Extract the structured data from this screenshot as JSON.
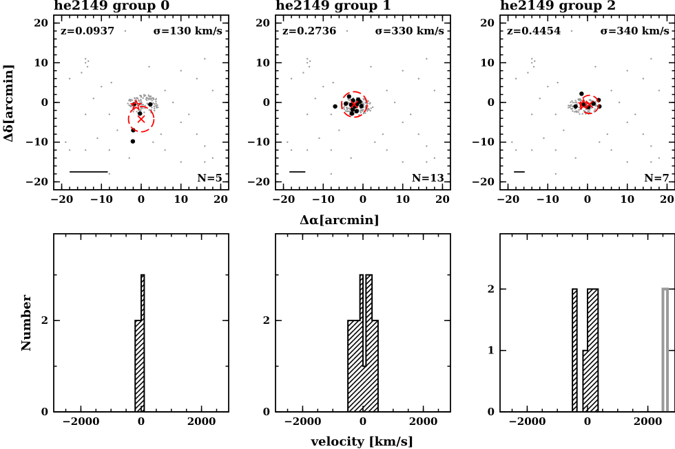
{
  "chart_data": [
    {
      "type": "scatter",
      "title": "he2149 group 0",
      "z_label": "z=0.0937",
      "sigma_label": "σ=130 km/s",
      "n_label": "N=5",
      "xlabel": "",
      "ylabel": "Δδ[arcmin]",
      "xlim": [
        -22,
        22
      ],
      "ylim": [
        -22,
        22
      ],
      "xticks": [
        -20,
        -10,
        0,
        10,
        20
      ],
      "yticks": [
        -20,
        -10,
        0,
        10,
        20
      ],
      "members": [
        [
          -1.8,
          -0.5
        ],
        [
          -0.3,
          -2.8
        ],
        [
          2.3,
          -0.5
        ],
        [
          -2.0,
          -7.0
        ],
        [
          -2.1,
          -9.8
        ]
      ],
      "star_marker": [
        -1.3,
        -0.7
      ],
      "center_x": [
        0.0,
        -4.2
      ],
      "circle": {
        "cx": 0.0,
        "cy": -4.2,
        "r": 3.2
      },
      "scale_bar": [
        -18,
        -8.4,
        -17.5
      ],
      "cluster": [
        0.5,
        -0.5,
        4.0,
        2.5,
        110
      ],
      "field": [
        [
          -14,
          10
        ],
        [
          -13.5,
          9
        ],
        [
          -14,
          11
        ],
        [
          -13.3,
          10.4
        ],
        [
          -15,
          7.5
        ],
        [
          -18,
          6
        ],
        [
          -10,
          4
        ],
        [
          -7.5,
          5
        ],
        [
          -19,
          -10
        ],
        [
          -18,
          -12
        ],
        [
          -14,
          -12
        ],
        [
          -11,
          -9
        ],
        [
          -8,
          -12
        ],
        [
          -8,
          -18
        ],
        [
          -6,
          -7
        ],
        [
          -3,
          -14
        ],
        [
          3,
          -10
        ],
        [
          5,
          -8
        ],
        [
          6,
          -12
        ],
        [
          10,
          -15
        ],
        [
          10,
          -5
        ],
        [
          12,
          -3
        ],
        [
          14,
          -8
        ],
        [
          16,
          -11
        ],
        [
          16,
          -15
        ],
        [
          18,
          -14
        ],
        [
          16,
          11
        ],
        [
          14,
          6
        ],
        [
          18,
          3
        ],
        [
          -14,
          -3
        ],
        [
          -12,
          1
        ],
        [
          6,
          3
        ],
        [
          8,
          0
        ],
        [
          10,
          8
        ],
        [
          -4,
          18
        ],
        [
          19,
          18
        ],
        [
          -8,
          -3
        ],
        [
          2,
          9
        ],
        [
          4,
          18
        ]
      ]
    },
    {
      "type": "scatter",
      "title": "he2149 group 1",
      "z_label": "z=0.2736",
      "sigma_label": "σ=330 km/s",
      "n_label": "N=13",
      "xlabel": "Δα[arcmin]",
      "ylabel": "",
      "xlim": [
        -22,
        22
      ],
      "ylim": [
        -22,
        22
      ],
      "xticks": [
        -20,
        -10,
        0,
        10,
        20
      ],
      "yticks": [
        -20,
        -10,
        0,
        10,
        20
      ],
      "members": [
        [
          -7.0,
          -1.0
        ],
        [
          -4.3,
          -0.3
        ],
        [
          -3.5,
          1.5
        ],
        [
          -3.0,
          -0.6
        ],
        [
          -2.5,
          0.5
        ],
        [
          -2.6,
          -1.8
        ],
        [
          -2.0,
          -1.0
        ],
        [
          -1.5,
          -0.4
        ],
        [
          -1.2,
          0.7
        ],
        [
          -0.8,
          0.2
        ],
        [
          -2.8,
          -2.8
        ],
        [
          -1.6,
          -2.2
        ],
        [
          -0.4,
          -0.9
        ]
      ],
      "star_marker": null,
      "center_x": [
        -2.2,
        -0.5
      ],
      "circle": {
        "cx": -2.2,
        "cy": -0.5,
        "r": 3.2
      },
      "scale_bar": [
        -18.5,
        -14.5,
        -17.5
      ],
      "cluster": [
        -1.5,
        -1.0,
        4.0,
        2.2,
        130
      ],
      "field": [
        [
          -14,
          10
        ],
        [
          -13.5,
          9
        ],
        [
          -14,
          11
        ],
        [
          -13.3,
          10.4
        ],
        [
          -15,
          7.5
        ],
        [
          -18,
          6
        ],
        [
          -10,
          4
        ],
        [
          -7.5,
          5
        ],
        [
          -19,
          -10
        ],
        [
          -18,
          -12
        ],
        [
          -14,
          -12
        ],
        [
          -11,
          -9
        ],
        [
          -8,
          -12
        ],
        [
          -8,
          -18
        ],
        [
          -6,
          -7
        ],
        [
          -3,
          -14
        ],
        [
          3,
          -10
        ],
        [
          5,
          -8
        ],
        [
          6,
          -12
        ],
        [
          10,
          -15
        ],
        [
          10,
          -5
        ],
        [
          12,
          -3
        ],
        [
          14,
          -8
        ],
        [
          16,
          -11
        ],
        [
          16,
          -15
        ],
        [
          18,
          -14
        ],
        [
          16,
          11
        ],
        [
          14,
          6
        ],
        [
          18,
          3
        ],
        [
          -14,
          -3
        ],
        [
          -12,
          1
        ],
        [
          6,
          3
        ],
        [
          8,
          0
        ],
        [
          10,
          8
        ],
        [
          -4,
          18
        ],
        [
          19,
          18
        ],
        [
          -8,
          -3
        ],
        [
          2,
          9
        ],
        [
          4,
          18
        ]
      ]
    },
    {
      "type": "scatter",
      "title": "he2149 group 2",
      "z_label": "z=0.4454",
      "sigma_label": "σ=340 km/s",
      "n_label": "N=7",
      "xlabel": "",
      "ylabel": "",
      "xlim": [
        -22,
        22
      ],
      "ylim": [
        -22,
        22
      ],
      "xticks": [
        -20,
        -10,
        0,
        10,
        20
      ],
      "yticks": [
        -20,
        -10,
        0,
        10,
        20
      ],
      "members": [
        [
          -3.0,
          -1.0
        ],
        [
          -1.5,
          2.2
        ],
        [
          -1.0,
          -0.5
        ],
        [
          0.2,
          -1.2
        ],
        [
          1.5,
          -0.3
        ],
        [
          2.8,
          0.6
        ],
        [
          3.0,
          -1.0
        ]
      ],
      "star_marker": [
        -1.0,
        -0.5
      ],
      "center_x": [
        0.5,
        -0.5
      ],
      "circle": {
        "cx": 0.5,
        "cy": -0.5,
        "r": 2.3
      },
      "scale_bar": [
        -18.5,
        -15.8,
        -17.5
      ],
      "cluster": [
        -1.0,
        -1.0,
        4.0,
        2.0,
        110
      ],
      "field": [
        [
          -14,
          10
        ],
        [
          -13.5,
          9
        ],
        [
          -14,
          11
        ],
        [
          -13.3,
          10.4
        ],
        [
          -15,
          7.5
        ],
        [
          -18,
          6
        ],
        [
          -10,
          4
        ],
        [
          -7.5,
          5
        ],
        [
          -19,
          -10
        ],
        [
          -18,
          -12
        ],
        [
          -14,
          -12
        ],
        [
          -11,
          -9
        ],
        [
          -8,
          -12
        ],
        [
          -8,
          -18
        ],
        [
          -6,
          -7
        ],
        [
          -3,
          -14
        ],
        [
          3,
          -10
        ],
        [
          5,
          -8
        ],
        [
          6,
          -12
        ],
        [
          10,
          -15
        ],
        [
          10,
          -5
        ],
        [
          12,
          -3
        ],
        [
          14,
          -8
        ],
        [
          16,
          -11
        ],
        [
          16,
          -15
        ],
        [
          18,
          -14
        ],
        [
          16,
          11
        ],
        [
          14,
          6
        ],
        [
          18,
          3
        ],
        [
          -14,
          -3
        ],
        [
          -12,
          1
        ],
        [
          6,
          3
        ],
        [
          8,
          0
        ],
        [
          10,
          8
        ],
        [
          -4,
          18
        ],
        [
          19,
          18
        ],
        [
          -8,
          -3
        ],
        [
          2,
          9
        ],
        [
          4,
          18
        ]
      ]
    },
    {
      "type": "bar",
      "title": "",
      "xlabel": "",
      "ylabel": "Number",
      "xlim": [
        -2900,
        2900
      ],
      "ylim": [
        0,
        3.9
      ],
      "xticks": [
        -2000,
        0,
        2000
      ],
      "yticks": [
        0,
        2
      ],
      "bins": [
        [
          -200,
          -100,
          2
        ],
        [
          -100,
          0,
          2
        ],
        [
          0,
          100,
          3
        ]
      ],
      "gray_bins": []
    },
    {
      "type": "bar",
      "title": "",
      "xlabel": "velocity [km/s]",
      "ylabel": "",
      "xlim": [
        -2900,
        2900
      ],
      "ylim": [
        0,
        3.9
      ],
      "xticks": [
        -2000,
        0,
        2000
      ],
      "yticks": [
        0,
        2
      ],
      "bins": [
        [
          -500,
          -300,
          2
        ],
        [
          -300,
          -100,
          2
        ],
        [
          -100,
          0,
          3
        ],
        [
          0,
          100,
          1
        ],
        [
          100,
          300,
          3
        ],
        [
          300,
          500,
          2
        ]
      ],
      "gray_bins": []
    },
    {
      "type": "bar",
      "title": "",
      "xlabel": "",
      "ylabel": "",
      "xlim": [
        -2900,
        2900
      ],
      "ylim": [
        0,
        2.9
      ],
      "xticks": [
        -2000,
        0,
        2000
      ],
      "yticks": [
        0,
        1,
        2
      ],
      "bins": [
        [
          -500,
          -350,
          2
        ],
        [
          -150,
          0,
          1
        ],
        [
          0,
          350,
          2
        ]
      ],
      "gray_bins": [
        [
          2500,
          2650,
          2
        ]
      ]
    }
  ]
}
